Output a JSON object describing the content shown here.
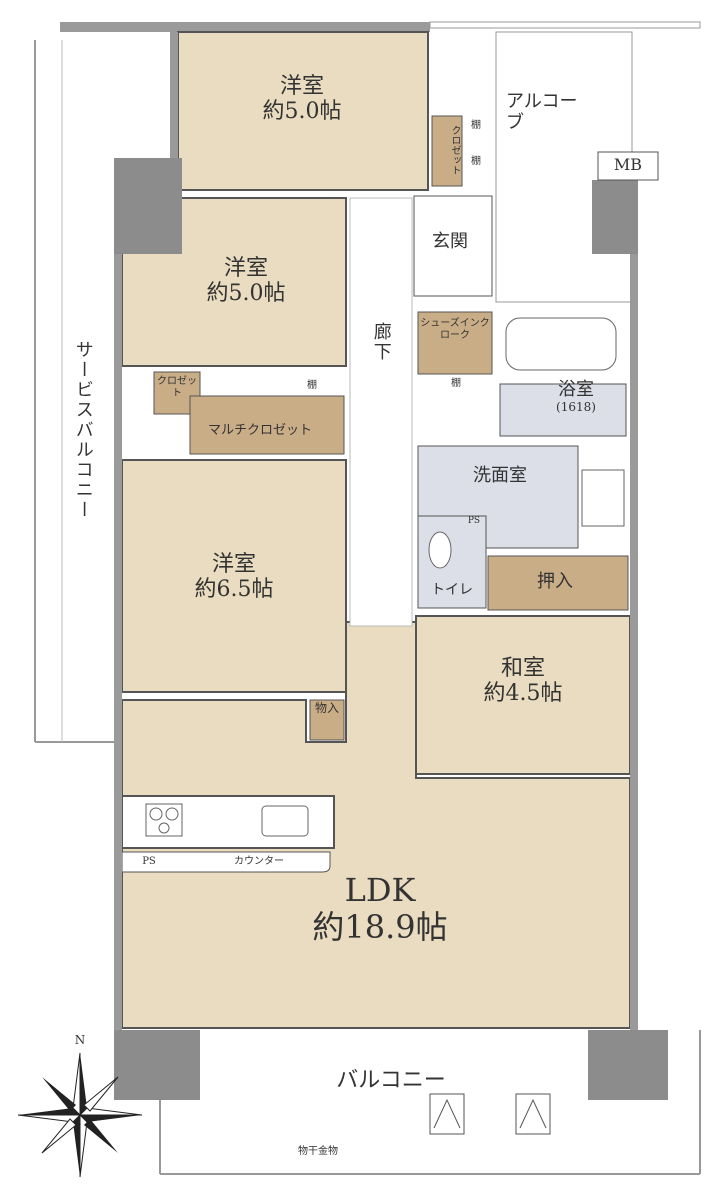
{
  "rooms": {
    "western1": {
      "name": "洋室",
      "size": "約5.0帖"
    },
    "western2": {
      "name": "洋室",
      "size": "約5.0帖"
    },
    "western3": {
      "name": "洋室",
      "size": "約6.5帖"
    },
    "japanese": {
      "name": "和室",
      "size": "約4.5帖"
    },
    "ldk": {
      "name": "LDK",
      "size": "約18.9帖"
    },
    "bath": {
      "name": "浴室",
      "size": "(1618)"
    },
    "washroom": {
      "name": "洗面室"
    },
    "toilet": {
      "name": "トイレ"
    },
    "entrance": {
      "name": "玄関"
    },
    "corridor": {
      "name": "廊下"
    }
  },
  "storage": {
    "closet_top": "クロゼット",
    "shelf": "棚",
    "closet_mid": "クロゼット",
    "multi_closet": "マルチクロゼット",
    "shoes_in_closet": "シューズインクローク",
    "oshiire": "押入",
    "monoire": "物入"
  },
  "fixtures": {
    "mb": "MB",
    "ps": "PS",
    "counter": "カウンター",
    "drying_hardware": "物干金物"
  },
  "outdoor": {
    "alcove": "アルコーブ",
    "service_balcony": "サービスバルコニー",
    "balcony": "バルコニー"
  },
  "compass": {
    "north": "N"
  },
  "colors": {
    "room_tan": "#e9dcc0",
    "storage_brown": "#c9ad87",
    "wet_area_blue": "#dcdfe8",
    "pillar_gray": "#8c8c8c",
    "wall_gray": "#9a9a9a"
  }
}
